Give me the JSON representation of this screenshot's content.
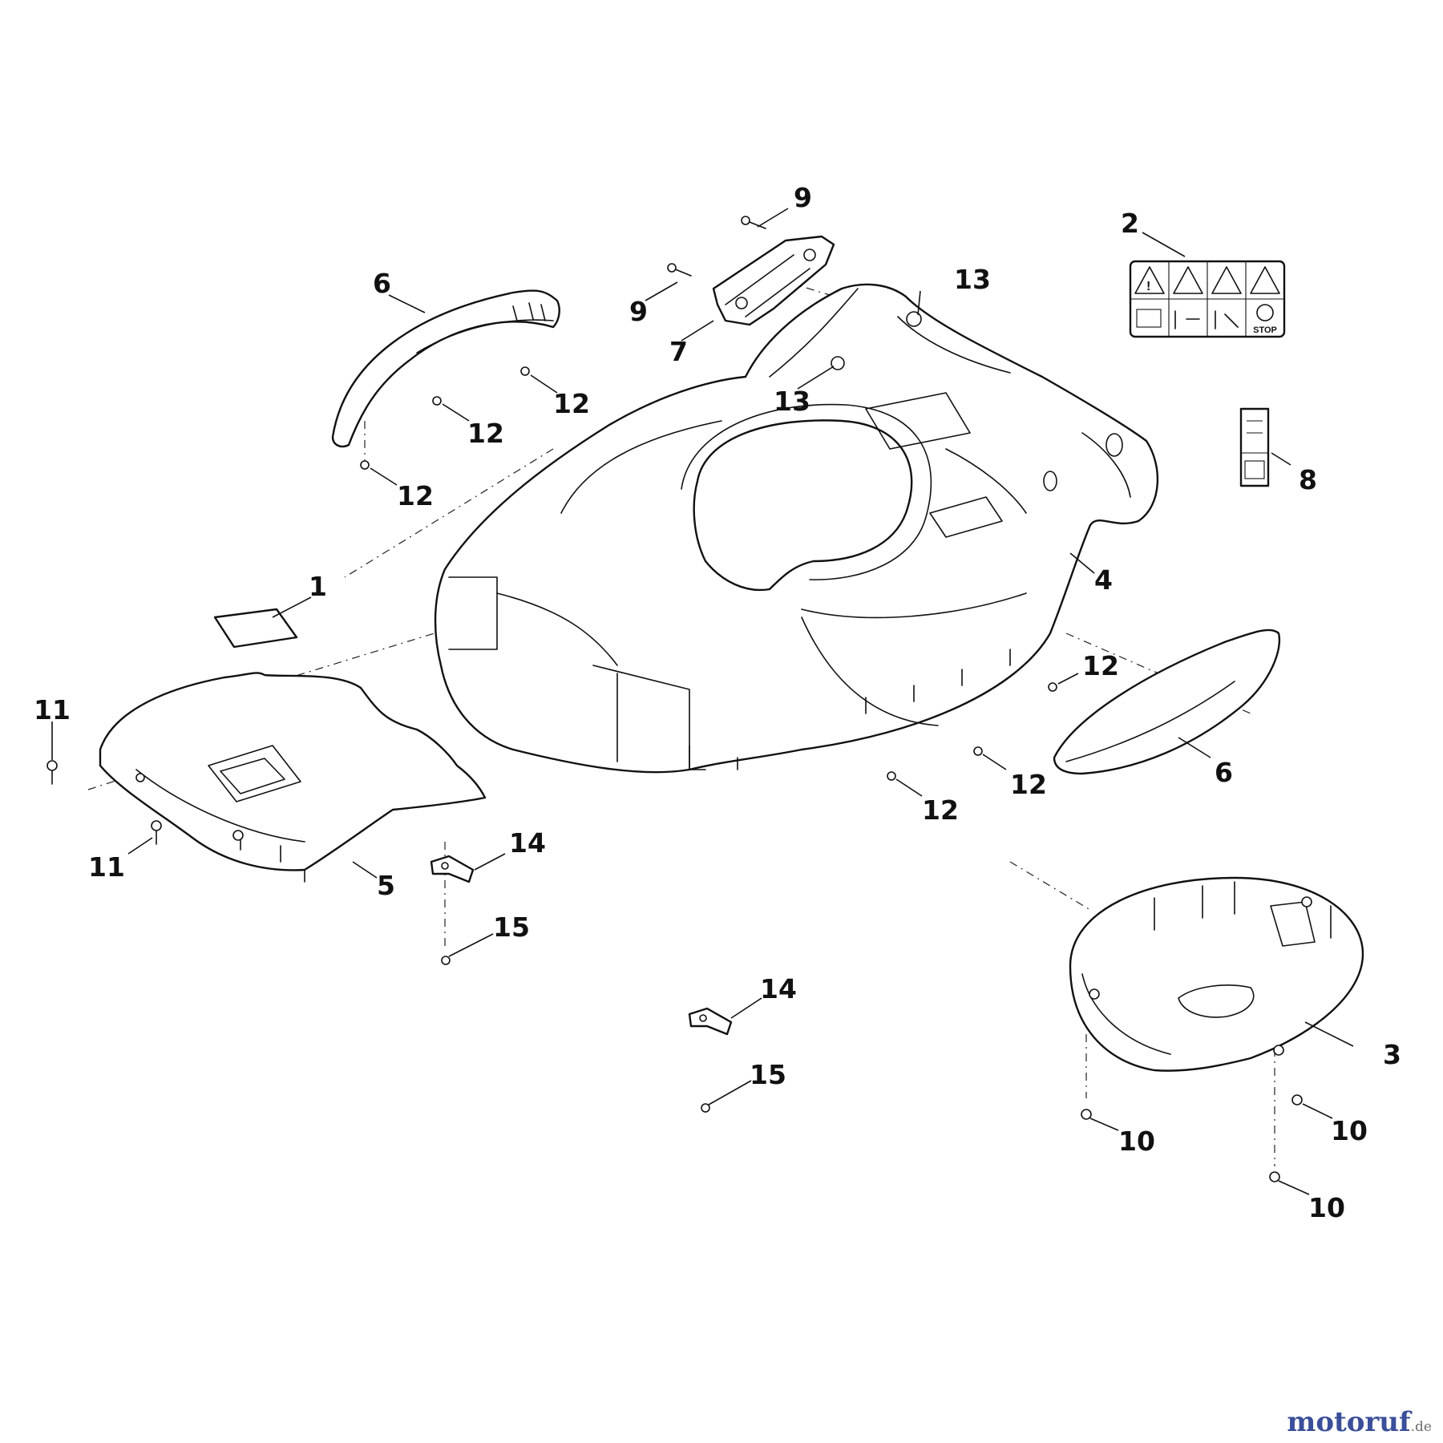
{
  "callouts": {
    "c1": "1",
    "c2": "2",
    "c3": "3",
    "c4": "4",
    "c5": "5",
    "c6a": "6",
    "c6b": "6",
    "c7": "7",
    "c8": "8",
    "c9a": "9",
    "c9b": "9",
    "c10a": "10",
    "c10b": "10",
    "c10c": "10",
    "c11a": "11",
    "c11b": "11",
    "c12a": "12",
    "c12b": "12",
    "c12c": "12",
    "c12d": "12",
    "c12e": "12",
    "c12f": "12",
    "c13a": "13",
    "c13b": "13",
    "c14a": "14",
    "c14b": "14",
    "c15a": "15",
    "c15b": "15"
  },
  "warning_label": {
    "stop_text": "STOP"
  },
  "watermark": {
    "name": "motoruf",
    "tld": ".de"
  },
  "colors": {
    "line": "#111111",
    "background": "#ffffff",
    "watermark": "#3a4e9a",
    "watermark_tld": "#6b6b6b"
  }
}
